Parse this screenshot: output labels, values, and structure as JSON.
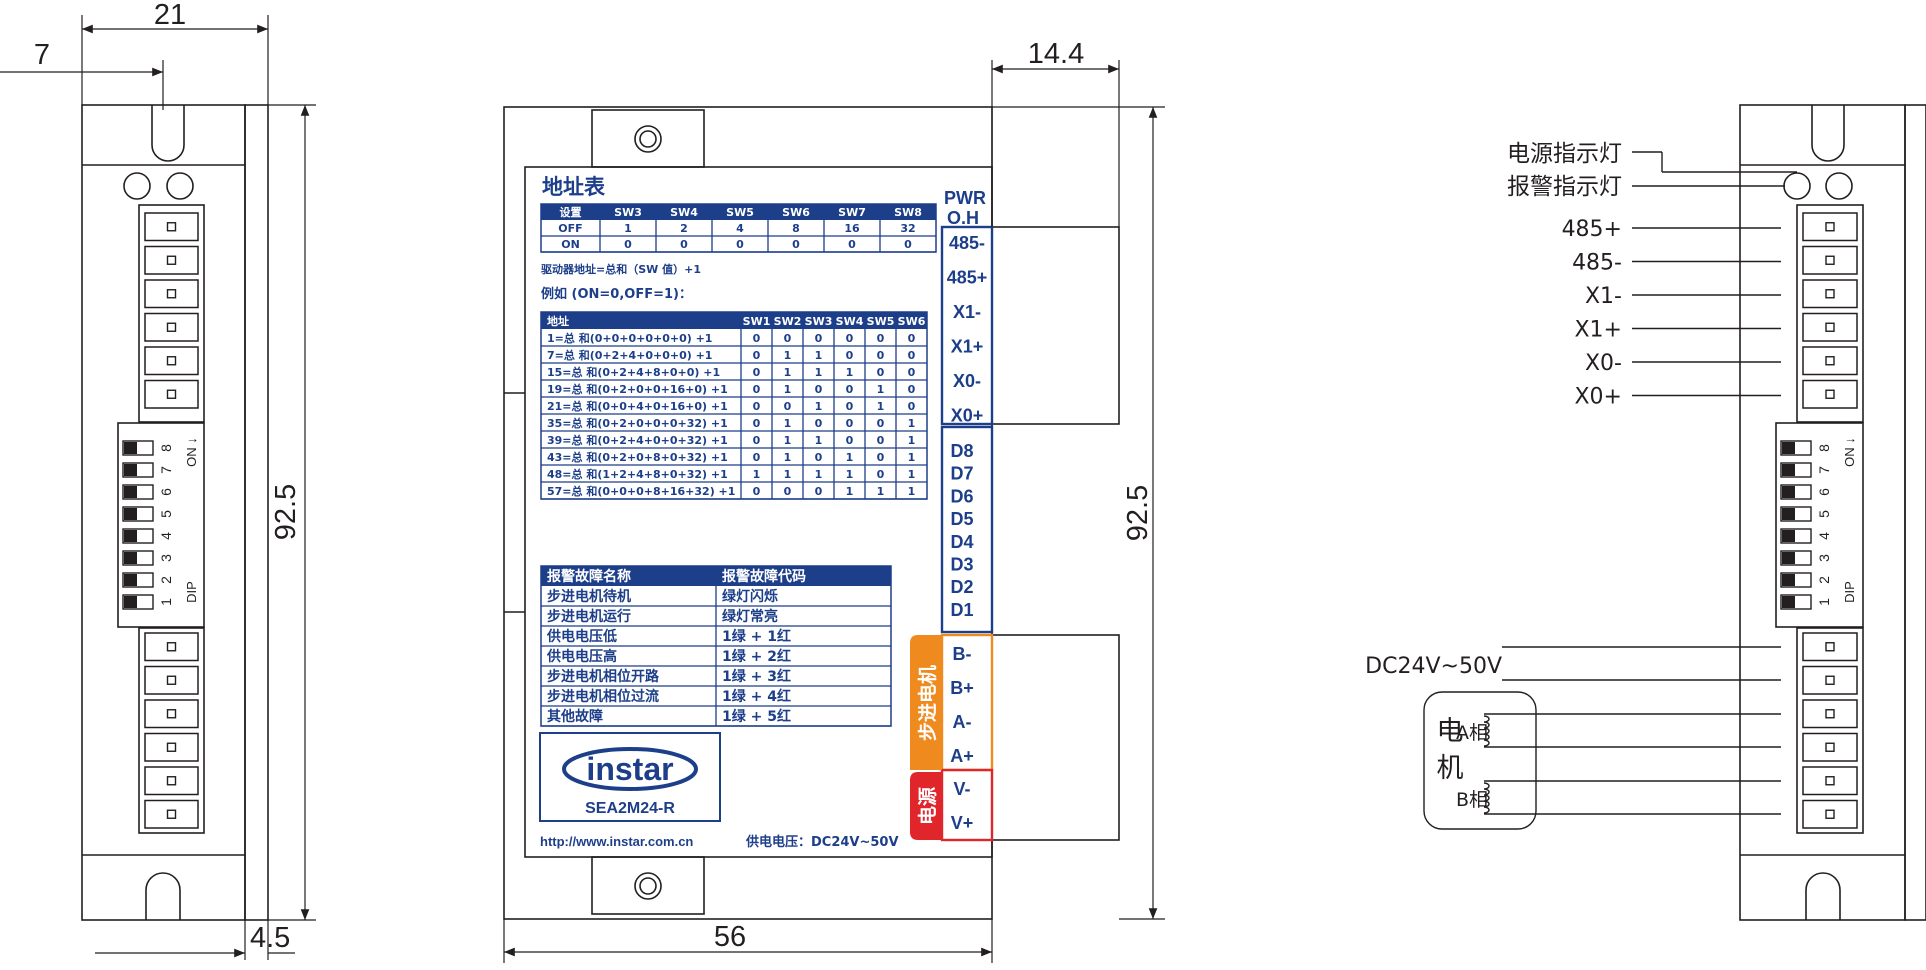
{
  "dimensions": {
    "left_width": "21",
    "left_offset": "7",
    "left_height": "92.5",
    "left_gap": "4.5",
    "mid_connector": "14.4",
    "mid_height": "92.5",
    "mid_width": "56"
  },
  "left_dip": {
    "numbers": [
      "1",
      "2",
      "3",
      "4",
      "5",
      "6",
      "7",
      "8"
    ],
    "label": "DIP",
    "on_label": "ON"
  },
  "address_table": {
    "title": "地址表",
    "header": [
      "设置",
      "SW3",
      "SW4",
      "SW5",
      "SW6",
      "SW7",
      "SW8"
    ],
    "rows": [
      [
        "OFF",
        "1",
        "2",
        "4",
        "8",
        "16",
        "32"
      ],
      [
        "ON",
        "0",
        "0",
        "0",
        "0",
        "0",
        "0"
      ]
    ],
    "note": "驱动器地址=总和（SW 值）+1",
    "example": "例如 (ON=0,OFF=1)："
  },
  "example_table": {
    "header": [
      "地址",
      "SW1",
      "SW2",
      "SW3",
      "SW4",
      "SW5",
      "SW6"
    ],
    "rows": [
      [
        "1=总 和(0+0+0+0+0+0) +1",
        "0",
        "0",
        "0",
        "0",
        "0",
        "0"
      ],
      [
        "7=总 和(0+2+4+0+0+0) +1",
        "0",
        "1",
        "1",
        "0",
        "0",
        "0"
      ],
      [
        "15=总 和(0+2+4+8+0+0) +1",
        "0",
        "1",
        "1",
        "1",
        "0",
        "0"
      ],
      [
        "19=总 和(0+2+0+0+16+0) +1",
        "0",
        "1",
        "0",
        "0",
        "1",
        "0"
      ],
      [
        "21=总 和(0+0+4+0+16+0) +1",
        "0",
        "0",
        "1",
        "0",
        "1",
        "0"
      ],
      [
        "35=总 和(0+2+0+0+0+32) +1",
        "0",
        "1",
        "0",
        "0",
        "0",
        "1"
      ],
      [
        "39=总 和(0+2+4+0+0+32) +1",
        "0",
        "1",
        "1",
        "0",
        "0",
        "1"
      ],
      [
        "43=总 和(0+2+0+8+0+32) +1",
        "0",
        "1",
        "0",
        "1",
        "0",
        "1"
      ],
      [
        "48=总 和(1+2+4+8+0+32) +1",
        "1",
        "1",
        "1",
        "1",
        "0",
        "1"
      ],
      [
        "57=总 和(0+0+0+8+16+32) +1",
        "0",
        "0",
        "0",
        "1",
        "1",
        "1"
      ]
    ]
  },
  "alarm_table": {
    "header": [
      "报警故障名称",
      "报警故障代码"
    ],
    "rows": [
      [
        "步进电机待机",
        "绿灯闪烁"
      ],
      [
        "步进电机运行",
        "绿灯常亮"
      ],
      [
        "供电电压低",
        "1绿 + 1红"
      ],
      [
        "供电电压高",
        "1绿 + 2红"
      ],
      [
        "步进电机相位开路",
        "1绿 + 3红"
      ],
      [
        "步进电机相位过流",
        "1绿 + 4红"
      ],
      [
        "其他故障",
        "1绿 + 5红"
      ]
    ]
  },
  "logo": {
    "brand": "instar",
    "model": "SEA2M24-R"
  },
  "footer": {
    "url": "http://www.instar.com.cn",
    "supply": "供电电压：DC24V~50V"
  },
  "terminal_labels": {
    "status": [
      "PWR",
      "O.H"
    ],
    "comm": [
      "485-",
      "485+",
      "X1-",
      "X1+",
      "X0-",
      "X0+"
    ],
    "data": [
      "D8",
      "D7",
      "D6",
      "D5",
      "D4",
      "D3",
      "D2",
      "D1"
    ],
    "motor": [
      "B-",
      "B+",
      "A-",
      "A+"
    ],
    "power": [
      "V-",
      "V+"
    ],
    "motor_tag": "步进电机",
    "power_tag": "电源"
  },
  "right_labels": {
    "power_led": "电源指示灯",
    "alarm_led": "报警指示灯",
    "comm": [
      "485+",
      "485-",
      "X1-",
      "X1+",
      "X0-",
      "X0+"
    ],
    "supply": "DC24V~50V",
    "motor": "电机",
    "phase_a": "A相",
    "phase_b": "B相"
  },
  "colors": {
    "line": "#231f20",
    "blue": "#1d3f8a",
    "orange": "#ef8a1e",
    "red": "#e0262b"
  }
}
